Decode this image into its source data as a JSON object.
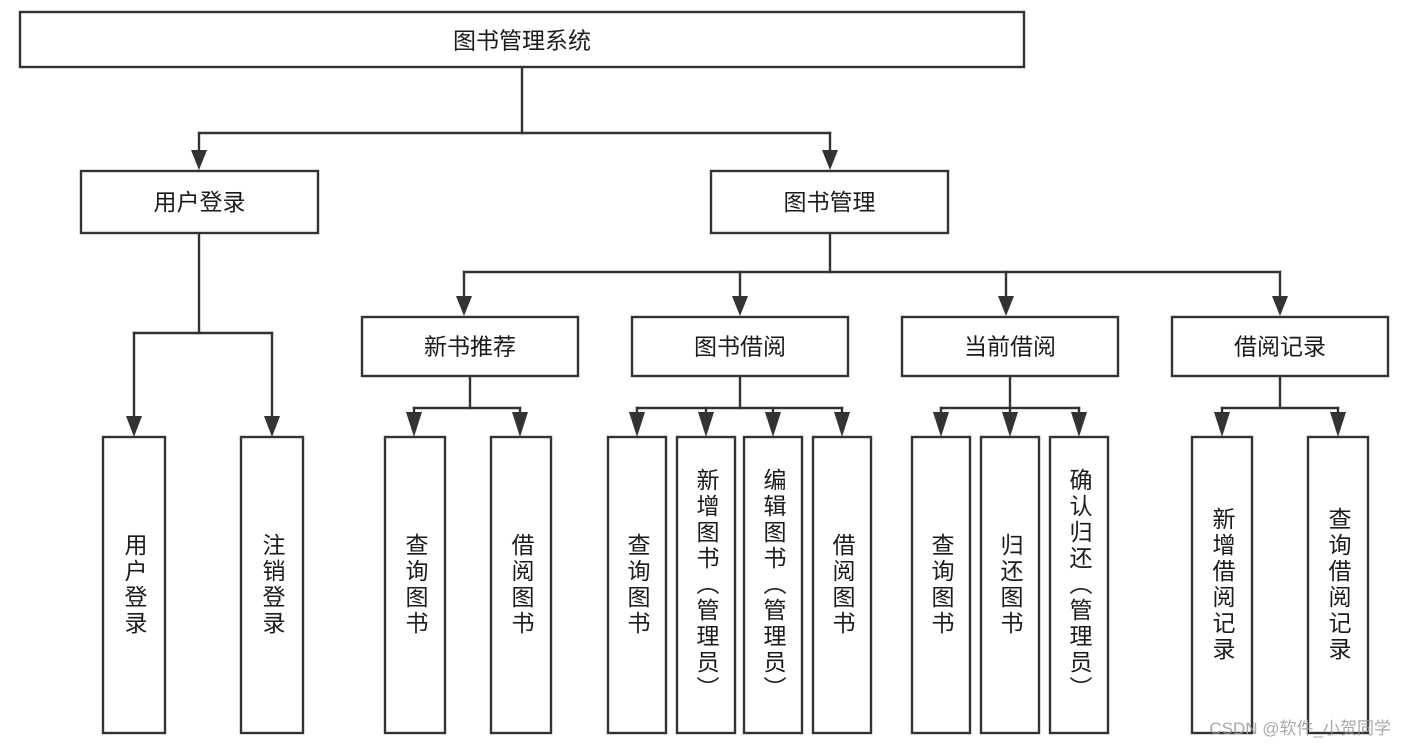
{
  "diagram": {
    "type": "tree",
    "title": "图书管理系统",
    "orientation": "top-down",
    "colors": {
      "box_fill": "#ffffff",
      "box_stroke": "#333333",
      "text": "#1b1b1b",
      "background": "#ffffff",
      "watermark": "#9a9a9a"
    },
    "root": {
      "id": "root",
      "label": "图书管理系统"
    },
    "level2": [
      {
        "id": "user-login",
        "label": "用户登录"
      },
      {
        "id": "book-management",
        "label": "图书管理"
      }
    ],
    "level3": [
      {
        "id": "new-book-recommend",
        "label": "新书推荐",
        "parent": "book-management"
      },
      {
        "id": "book-borrow",
        "label": "图书借阅",
        "parent": "book-management"
      },
      {
        "id": "current-borrow",
        "label": "当前借阅",
        "parent": "book-management"
      },
      {
        "id": "borrow-record",
        "label": "借阅记录",
        "parent": "book-management"
      }
    ],
    "leaves": [
      {
        "id": "leaf-user-login",
        "label": "用户登录",
        "parent": "user-login"
      },
      {
        "id": "leaf-logout-login",
        "label": "注销登录",
        "parent": "user-login"
      },
      {
        "id": "leaf-query-book-1",
        "label": "查询图书",
        "parent": "new-book-recommend"
      },
      {
        "id": "leaf-borrow-book-1",
        "label": "借阅图书",
        "parent": "new-book-recommend"
      },
      {
        "id": "leaf-query-book-2",
        "label": "查询图书",
        "parent": "book-borrow"
      },
      {
        "id": "leaf-add-book",
        "label": "新增图书（管理员）",
        "parent": "book-borrow"
      },
      {
        "id": "leaf-edit-book",
        "label": "编辑图书（管理员）",
        "parent": "book-borrow"
      },
      {
        "id": "leaf-borrow-book-2",
        "label": "借阅图书",
        "parent": "book-borrow"
      },
      {
        "id": "leaf-query-book-3",
        "label": "查询图书",
        "parent": "current-borrow"
      },
      {
        "id": "leaf-return-book",
        "label": "归还图书",
        "parent": "current-borrow"
      },
      {
        "id": "leaf-confirm-return",
        "label": "确认归还（管理员）",
        "parent": "current-borrow"
      },
      {
        "id": "leaf-add-borrow-record",
        "label": "新增借阅记录",
        "parent": "borrow-record"
      },
      {
        "id": "leaf-query-borrow-record",
        "label": "查询借阅记录",
        "parent": "borrow-record"
      }
    ]
  },
  "watermark": {
    "text": "CSDN @软件_小贺同学"
  }
}
